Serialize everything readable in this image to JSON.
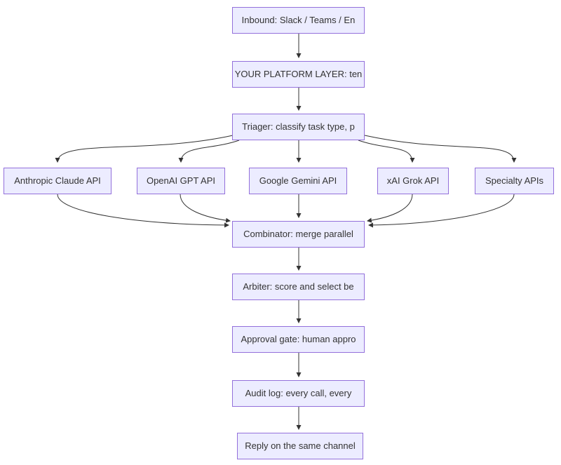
{
  "diagram": {
    "type": "flowchart",
    "direction": "top-down",
    "colors": {
      "node_fill": "#ECECFF",
      "node_border": "#9370DB",
      "edge_stroke": "#333333",
      "text": "#333333",
      "background": "#FFFFFF"
    },
    "nodes": {
      "inbound": {
        "label": "Inbound: Slack / Teams / En"
      },
      "platform": {
        "label": "YOUR PLATFORM LAYER: ten"
      },
      "triager": {
        "label": "Triager: classify task type, p"
      },
      "anthropic": {
        "label": "Anthropic Claude API"
      },
      "openai": {
        "label": "OpenAI GPT API"
      },
      "gemini": {
        "label": "Google Gemini API"
      },
      "grok": {
        "label": "xAI Grok API"
      },
      "specialty": {
        "label": "Specialty APIs"
      },
      "combinator": {
        "label": "Combinator: merge parallel"
      },
      "arbiter": {
        "label": "Arbiter: score and select be"
      },
      "approval": {
        "label": "Approval gate: human appro"
      },
      "audit": {
        "label": "Audit log: every call, every"
      },
      "reply": {
        "label": "Reply on the same channel"
      }
    },
    "edges": [
      {
        "from": "inbound",
        "to": "platform"
      },
      {
        "from": "platform",
        "to": "triager"
      },
      {
        "from": "triager",
        "to": "anthropic"
      },
      {
        "from": "triager",
        "to": "openai"
      },
      {
        "from": "triager",
        "to": "gemini"
      },
      {
        "from": "triager",
        "to": "grok"
      },
      {
        "from": "triager",
        "to": "specialty"
      },
      {
        "from": "anthropic",
        "to": "combinator"
      },
      {
        "from": "openai",
        "to": "combinator"
      },
      {
        "from": "gemini",
        "to": "combinator"
      },
      {
        "from": "grok",
        "to": "combinator"
      },
      {
        "from": "specialty",
        "to": "combinator"
      },
      {
        "from": "combinator",
        "to": "arbiter"
      },
      {
        "from": "arbiter",
        "to": "approval"
      },
      {
        "from": "approval",
        "to": "audit"
      },
      {
        "from": "audit",
        "to": "reply"
      }
    ]
  }
}
